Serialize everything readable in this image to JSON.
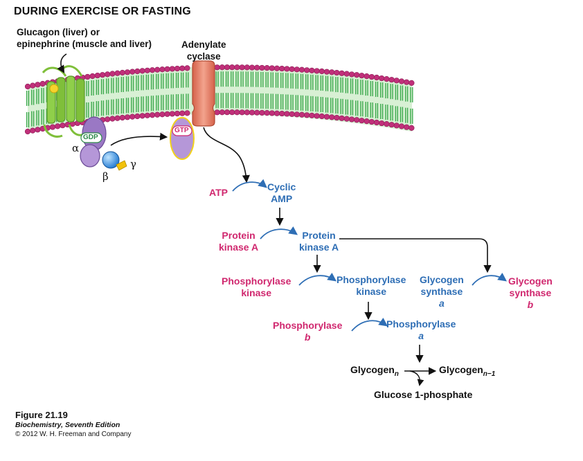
{
  "header": {
    "title": "DURING EXERCISE OR FASTING"
  },
  "labels": {
    "hormone_line1": "Glucagon (liver) or",
    "hormone_line2": "epinephrine (muscle and liver)",
    "adenylate_line1": "Adenylate",
    "adenylate_line2": "cyclase",
    "gdp": "GDP",
    "gtp": "GTP",
    "alpha": "α",
    "beta": "β",
    "gamma": "γ"
  },
  "pathway": {
    "atp": "ATP",
    "camp_line1": "Cyclic",
    "camp_line2": "AMP",
    "pka_inactive_line1": "Protein",
    "pka_inactive_line2": "kinase A",
    "pka_active_line1": "Protein",
    "pka_active_line2": "kinase A",
    "phk_inactive_line1": "Phosphorylase",
    "phk_inactive_line2": "kinase",
    "phk_active_line1": "Phosphorylase",
    "phk_active_line2": "kinase",
    "gs_a_line1": "Glycogen",
    "gs_a_line2": "synthase",
    "gs_a_suffix": "a",
    "gs_b_line1": "Glycogen",
    "gs_b_line2": "synthase",
    "gs_b_suffix": "b",
    "ph_b_line1": "Phosphorylase",
    "ph_b_suffix": "b",
    "ph_a_line1": "Phosphorylase",
    "ph_a_suffix": "a",
    "glycogen_n": "Glycogen",
    "glycogen_n_sub": "n",
    "glycogen_n1": "Glycogen",
    "glycogen_n1_sub": "n−1",
    "g1p": "Glucose 1-phosphate"
  },
  "footer": {
    "figure": "Figure 21.19",
    "book": "Biochemistry, Seventh Edition",
    "copyright": "© 2012 W. H. Freeman and Company"
  },
  "colors": {
    "inactive": "#d0286f",
    "active": "#2e6eb5",
    "membrane_head": "#c0307a",
    "membrane_tail": "#3aa84a",
    "cyclase": "#e8826a",
    "gprotein": "#9a78c4",
    "receptor": "#7fbf3a"
  }
}
